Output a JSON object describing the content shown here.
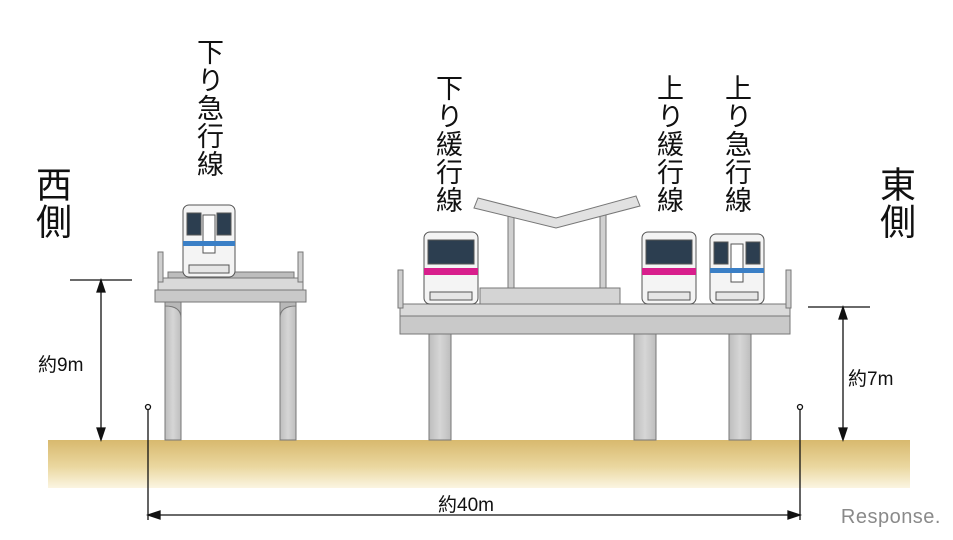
{
  "labels": {
    "west": "西側",
    "east": "東側",
    "down_express": "下り急行線",
    "down_local": "下り緩行線",
    "up_local": "上り緩行線",
    "up_express": "上り急行線"
  },
  "dimensions": {
    "west_height": "約9m",
    "east_height": "約7m",
    "width": "約40m"
  },
  "brand": "Response.",
  "colors": {
    "stripe_blue": "#3a7fc6",
    "stripe_magenta": "#d81e8c",
    "concrete": "#c9c9c9",
    "ground": "#dcc07a"
  }
}
